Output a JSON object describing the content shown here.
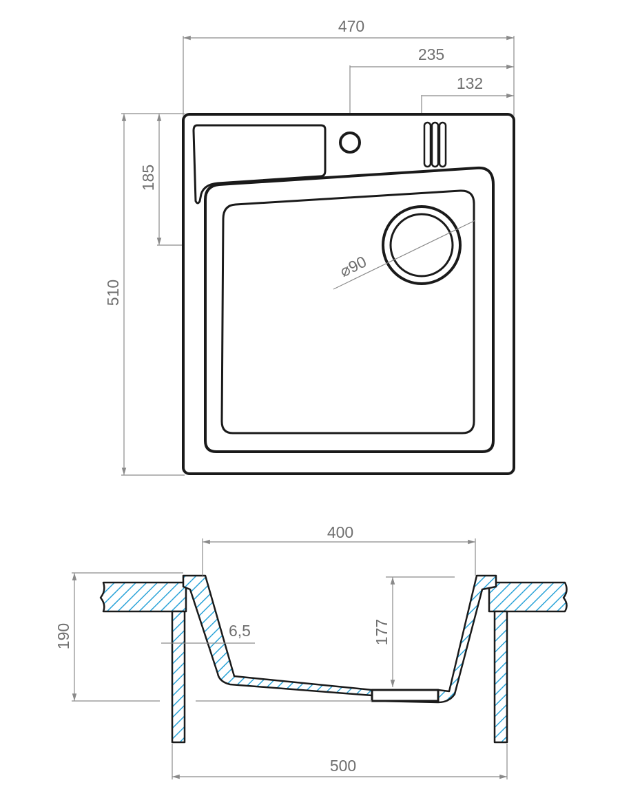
{
  "top_view": {
    "width_label": "470",
    "tap_offset_label": "235",
    "drain_offset_label": "132",
    "drain_depth_label": "185",
    "length_label": "510",
    "drain_diameter_label": "⌀90"
  },
  "section_view": {
    "bowl_width_label": "400",
    "wall_label": "6,5",
    "bowl_depth_label": "177",
    "overall_depth_label": "190",
    "cabinet_width_label": "500"
  },
  "colors": {
    "outline": "#1a1a1a",
    "dimension": "#8a8a8a",
    "hatch": "#2aa3d8"
  }
}
